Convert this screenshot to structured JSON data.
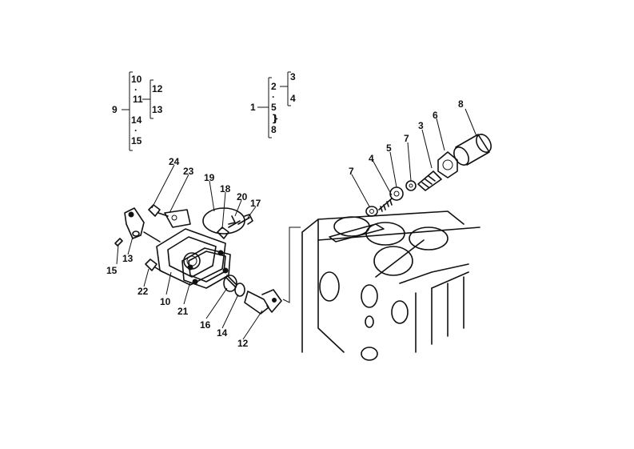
{
  "diagram": {
    "labels": {
      "l1": "1",
      "l2": "2",
      "l3": "3",
      "l4": "4",
      "l5": "5",
      "l8": "8",
      "l9": "9",
      "l10": "10",
      "l11": "11",
      "l12": "12",
      "l13": "13",
      "l14": "14",
      "l15": "15",
      "p3": "3",
      "p4": "4",
      "p5": "5",
      "p6": "6",
      "p7a": "7",
      "p7b": "7",
      "p8": "8",
      "p10": "10",
      "p12": "12",
      "p13": "13",
      "p14": "14",
      "p15": "15",
      "p16": "16",
      "p17": "17",
      "p18": "18",
      "p19": "19",
      "p20": "20",
      "p21": "21",
      "p22": "22",
      "p23": "23",
      "p24": "24"
    }
  }
}
